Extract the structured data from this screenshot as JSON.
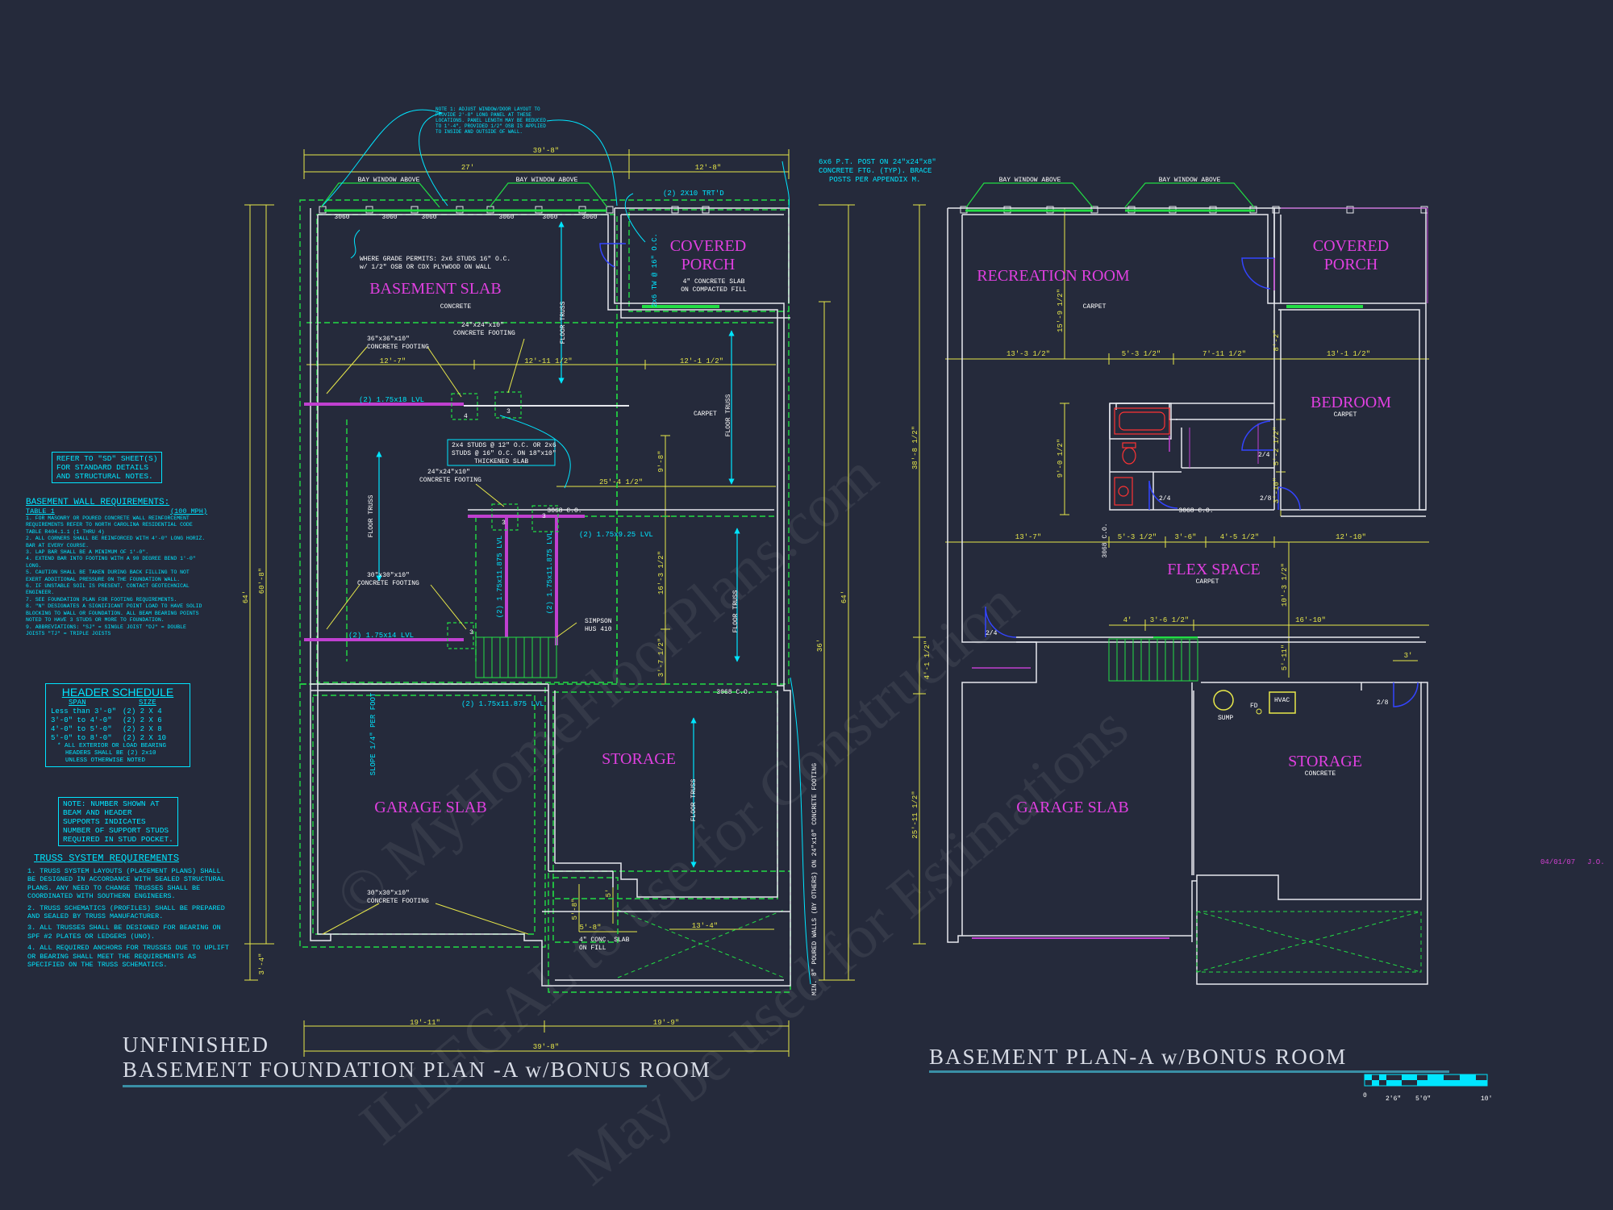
{
  "left_plan": {
    "title_line1": "UNFINISHED",
    "title_line2": "BASEMENT FOUNDATION PLAN -A w/BONUS ROOM",
    "rooms": {
      "basement_slab": "BASEMENT SLAB",
      "basement_slab_sub": "CONCRETE",
      "covered_porch_1": "COVERED",
      "covered_porch_2": "PORCH",
      "porch_sub_1": "4\" CONCRETE SLAB",
      "porch_sub_2": "ON COMPACTED FILL",
      "storage": "STORAGE",
      "garage_slab": "GARAGE SLAB"
    },
    "dims": {
      "top_total": "39'-8\"",
      "top_left": "27'",
      "top_right": "12'-8\"",
      "row1_left": "12'-7\"",
      "row1_mid": "12'-11 1/2\"",
      "row1_right": "12'-1 1/2\"",
      "mid_span": "25'-4 1/2\"",
      "bottom_left": "19'-11\"",
      "bottom_right": "19'-9\"",
      "bottom_total": "39'-8\"",
      "left_total": "64'",
      "left_inner": "60'-8\"",
      "left_low": "3'-4\"",
      "right_total": "64'",
      "right_mid": "36'",
      "v1": "9'-8\"",
      "v2": "16'-3 1/2\"",
      "v3": "3'-7 1/2\"",
      "stoop_v1": "5'-8\"",
      "stoop_v2": "5'",
      "stoop_h": "5'-8\"",
      "stoop_h2": "13'-4\""
    },
    "windows": [
      "3060",
      "3060",
      "3060",
      "3060",
      "3060",
      "3060"
    ],
    "bay_window_1": "BAY WINDOW ABOVE",
    "bay_window_2": "BAY WINDOW ABOVE",
    "door_1": "3068 C.O.",
    "door_2": "3068 C.O.",
    "labels": {
      "note1": "NOTE 1: ADJUST WINDOW/DOOR LAYOUT TO PROVIDE 2'-8\" LONG PANEL AT THESE LOCATIONS. PANEL LENGTH MAY BE REDUCED TO 1'-4\", PROVIDED 1/2\" OSB IS APPLIED TO INSIDE AND OUTSIDE OF WALL.",
      "post_1": "6x6 P.T. POST ON 24\"x24\"x8\"",
      "post_2": "CONCRETE FTG. (TYP). BRACE",
      "post_3": "POSTS PER APPENDIX M.",
      "trtd": "(2) 2X10 TRT'D",
      "grade_1": "WHERE GRADE PERMITS: 2x6 STUDS 16\" O.C.",
      "grade_2": "w/ 1/2\" OSB OR CDX PLYWOOD ON WALL",
      "ftg_a1": "36\"x36\"x10\"",
      "ftg_a2": "CONCRETE FOOTING",
      "ftg_b1": "24\"x24\"x10\"",
      "ftg_b2": "CONCRETE FOOTING",
      "ftg_c1": "24\"x24\"x10\"",
      "ftg_c2": "CONCRETE FOOTING",
      "ftg_d1": "30\"x30\"x10\"",
      "ftg_d2": "CONCRETE FOOTING",
      "ftg_e1": "30\"x30\"x10\"",
      "ftg_e2": "CONCRETE FOOTING",
      "lvl_1": "(2) 1.75x18 LVL",
      "lvl_2": "(2) 1.75x14 LVL",
      "lvl_3": "(2) 1.75x11.875 LVL",
      "lvl_4": "(2) 1.75x11.875 LVL",
      "lvl_5": "(2) 1.75x11.875 LVL",
      "lvl_6": "(2) 1.75x9.25 LVL",
      "studs_1": "2x4 STUDS @ 12\" O.C. OR 2x6",
      "studs_2": "STUDS @ 16\" O.C. ON 18\"x10\"",
      "studs_3": "THICKENED SLAB",
      "carpet": "CARPET",
      "floor_truss": "FLOOR TRUSS",
      "simpson_1": "SIMPSON",
      "simpson_2": "HUS 410",
      "slope": "SLOPE 1/4\" PER FOOT",
      "conc_slab_1": "4\" CONC. SLAB",
      "conc_slab_2": "ON FILL",
      "poured_walls": "MIN. 8\" POURED WALLS (BY OTHERS) ON 24\"x10\" CONCRETE FOOTING",
      "tw_oc": "2x6 TW @ 16\" O.C.",
      "post_n1": "4",
      "post_n2": "3",
      "post_n3": "3",
      "post_n4": "3",
      "post_n5": "3"
    }
  },
  "right_plan": {
    "title": "BASEMENT PLAN-A w/BONUS ROOM",
    "rooms": {
      "recreation": "RECREATION ROOM",
      "recreation_sub": "CARPET",
      "covered_porch_1": "COVERED",
      "covered_porch_2": "PORCH",
      "bedroom": "BEDROOM",
      "bedroom_sub": "CARPET",
      "flex": "FLEX SPACE",
      "flex_sub": "CARPET",
      "storage": "STORAGE",
      "storage_sub": "CONCRETE",
      "garage": "GARAGE SLAB"
    },
    "dims": {
      "h1": "13'-3 1/2\"",
      "h2": "5'-3 1/2\"",
      "h3": "7'-11 1/2\"",
      "h4": "13'-1 1/2\"",
      "h5": "13'-7\"",
      "h6": "5'-3 1/2\"",
      "h7": "3'-6\"",
      "h8": "4'-5 1/2\"",
      "h9": "12'-10\"",
      "h10": "4'",
      "h11": "3'-6 1/2\"",
      "h12": "16'-10\"",
      "h13": "3'",
      "v1": "15'-9 1/2\"",
      "v2": "9'-0 1/2\"",
      "v3": "10'-3 1/2\"",
      "v4": "8'-2\"",
      "v5": "5'-2 1/2\"",
      "v6": "3'-10\"",
      "v7": "5'-11\"",
      "left_a": "38'-8 1/2\"",
      "left_b": "4'-1 1/2\"",
      "left_c": "25'-11 1/2\""
    },
    "bay_window_1": "BAY WINDOW ABOVE",
    "bay_window_2": "BAY WINDOW ABOVE",
    "door_1": "3068 C.O.",
    "door_2": "3068 C.O.",
    "door_swings": [
      "2/4",
      "2/4",
      "2/8",
      "2/4",
      "2/8"
    ],
    "sump": "SUMP",
    "fd": "FD",
    "hvac": "HVAC"
  },
  "side_notes": {
    "refer": [
      "REFER TO \"SD\" SHEET(S)",
      "FOR STANDARD DETAILS",
      "AND STRUCTURAL NOTES."
    ],
    "bwr_title": "BASEMENT WALL REQUIREMENTS:",
    "bwr_table": "TABLE 1",
    "bwr_mph": "(100 MPH)",
    "bwr_items": [
      "1. FOR MASONRY OR POURED CONCRETE WALL REINFORCEMENT REQUIREMENTS REFER TO NORTH CAROLINA RESIDENTIAL CODE TABLE R404.1.1 (1 THRU 4)",
      "2. ALL CORNERS SHALL BE REINFORCED WITH 4'-0\" LONG HORIZ. BAR AT EVERY COURSE.",
      "3. LAP BAR SHALL BE A MINIMUM OF 1'-0\".",
      "4. EXTEND BAR INTO FOOTING WITH A 90 DEGREE BEND 1'-0\" LONG.",
      "5. CAUTION SHALL BE TAKEN DURING BACK FILLING TO NOT EXERT ADDITIONAL PRESSURE ON THE FOUNDATION WALL.",
      "6. IF UNSTABLE SOIL IS PRESENT, CONTACT GEOTECHNICAL ENGINEER.",
      "7. SEE FOUNDATION PLAN FOR FOOTING REQUIREMENTS.",
      "8. \"N\" DESIGNATES A SIGNIFICANT POINT LOAD TO HAVE SOLID BLOCKING TO WALL OR FOUNDATION. ALL BEAM BEARING POINTS NOTED TO HAVE 3 STUDS OR MORE TO FOUNDATION.",
      "9. ABBREVIATIONS: \"SJ\" = SINGLE JOIST \"DJ\" = DOUBLE JOISTS \"TJ\" = TRIPLE JOISTS"
    ],
    "hs_title": "HEADER SCHEDULE",
    "hs_col1": "SPAN",
    "hs_col2": "SIZE",
    "hs_rows": [
      {
        "span": "Less than 3'-0\"",
        "size": "(2) 2 X 4"
      },
      {
        "span": "3'-0\" to 4'-0\"",
        "size": "(2) 2 X 6"
      },
      {
        "span": "4'-0\" to 5'-0\"",
        "size": "(2) 2 X 8"
      },
      {
        "span": "5'-0\" to 8'-0\"",
        "size": "(2) 2 X 10"
      }
    ],
    "hs_note": [
      "* ALL EXTERIOR OR LOAD BEARING",
      "HEADERS SHALL BE (2) 2x10",
      "UNLESS OTHERWISE NOTED"
    ],
    "nbr_note": [
      "NOTE: NUMBER SHOWN AT",
      "BEAM AND HEADER",
      "SUPPORTS INDICATES",
      "NUMBER OF SUPPORT STUDS",
      "REQUIRED IN STUD POCKET."
    ],
    "tsr_title": "TRUSS SYSTEM REQUIREMENTS",
    "tsr_items": [
      "1. TRUSS SYSTEM LAYOUTS (PLACEMENT PLANS) SHALL BE DESIGNED IN ACCORDANCE WITH SEALED STRUCTURAL PLANS. ANY NEED TO CHANGE TRUSSES SHALL BE COORDINATED WITH SOUTHERN ENGINEERS.",
      "2. TRUSS SCHEMATICS (PROFILES) SHALL BE PREPARED AND SEALED BY TRUSS MANUFACTURER.",
      "3. ALL TRUSSES SHALL BE DESIGNED FOR BEARING ON SPF #2 PLATES OR LEDGERS (UNO).",
      "4. ALL REQUIRED ANCHORS FOR TRUSSES DUE TO UPLIFT OR BEARING SHALL MEET THE REQUIREMENTS AS SPECIFIED ON THE TRUSS SCHEMATICS."
    ]
  },
  "scale": {
    "zero": "0",
    "s1": "2'6\"",
    "s2": "5'0\"",
    "s3": "10'"
  },
  "date_stamp": "04/01/07",
  "initials": "J.O.",
  "watermarks": {
    "w1": "© MyHomeFloorPlans.com",
    "w2": "ILLEGAL to use for Construction",
    "w3": "May be used for Estimations"
  },
  "colors": {
    "background": "#252a3b",
    "wall": "#ffffff",
    "dimension": "#e8e84a",
    "room_label": "#e040e0",
    "footing_dash": "#22dd44",
    "annotation": "#00e5ff",
    "beam": "#c040d0"
  }
}
